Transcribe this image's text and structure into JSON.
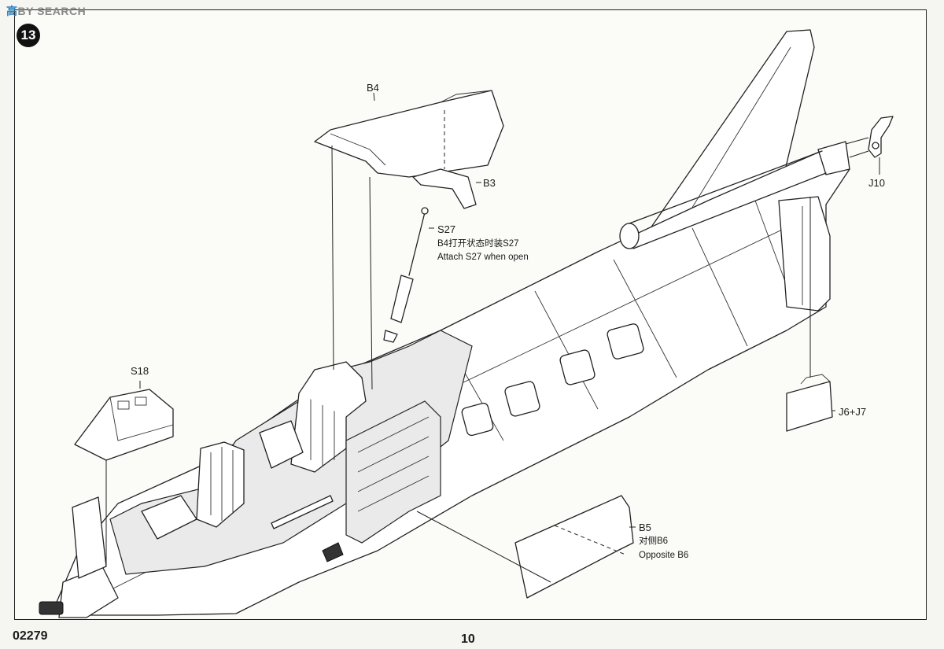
{
  "watermark": {
    "prefix": "高",
    "text": "BY SEARCH"
  },
  "step": {
    "number": "13"
  },
  "callouts": {
    "b4": "B4",
    "b3": "B3",
    "s27": "S27",
    "s27_note_cn": "B4打开状态时装S27",
    "s27_note_en": "Attach S27 when open",
    "j10": "J10",
    "s18": "S18",
    "j6j7": "J6+J7",
    "b5": "B5",
    "b5_note_cn": "对侧B6",
    "b5_note_en": "Opposite B6"
  },
  "footer": {
    "kit_number": "02279",
    "page_number": "10"
  }
}
